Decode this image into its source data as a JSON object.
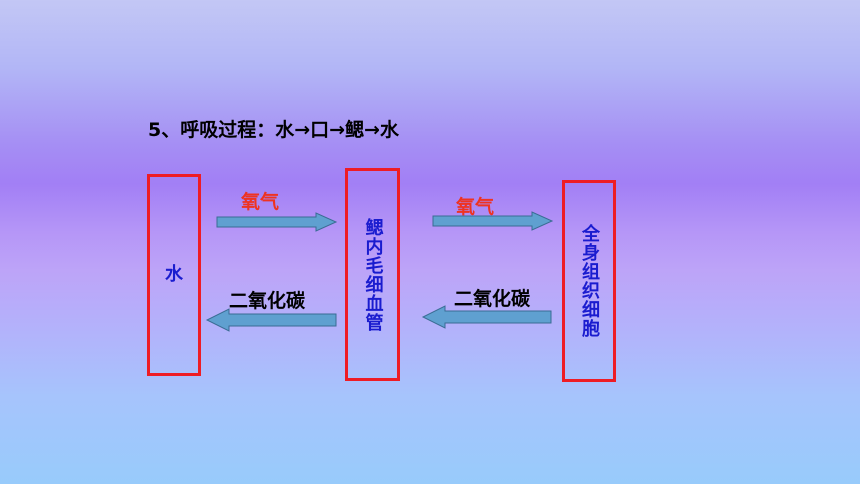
{
  "title": "5、呼吸过程：水→口→鳃→水",
  "nodes": {
    "water": "水",
    "gill_capillaries": "鳃内毛细血管",
    "body_tissue_cells": "全身组织细胞"
  },
  "labels": {
    "oxygen_left": "氧气",
    "oxygen_right": "氧气",
    "co2_left": "二氧化碳",
    "co2_right": "二氧化碳"
  },
  "colors": {
    "box_border": "#ee1c25",
    "node_text": "#1a1ccf",
    "oxygen_text": "#ee3322",
    "arrow_fill": "#5fa0d0"
  }
}
